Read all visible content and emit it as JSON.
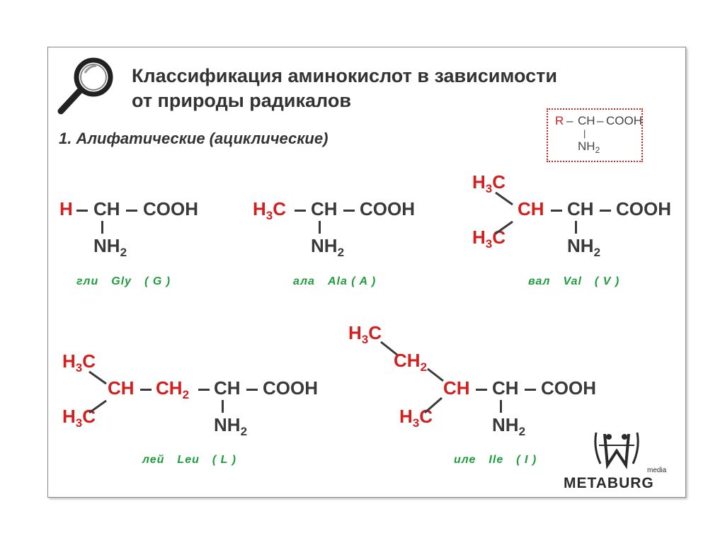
{
  "title_line1": "Классификация аминокислот в зависимости",
  "title_line2": "от природы радикалов",
  "subtitle": "1. Алифатические (ациклические)",
  "general_formula": {
    "r": "R",
    "ch": "CH",
    "cooh": "COOH",
    "nh": "NH",
    "nh_sub": "2"
  },
  "atoms": {
    "h": "H",
    "ch": "CH",
    "cooh": "COOH",
    "nh": "NH",
    "h3c_h": "H",
    "h3c_c": "C",
    "ch2_ch": "CH",
    "sub2": "2",
    "sub3": "3"
  },
  "amino_acids": [
    {
      "ru": "гли",
      "en": "Gly",
      "code": "( G )"
    },
    {
      "ru": "ала",
      "en": "Ala ( A )",
      "code": ""
    },
    {
      "ru": "вал",
      "en": "Val",
      "code": "( V )"
    },
    {
      "ru": "лей",
      "en": "Leu",
      "code": "( L )"
    },
    {
      "ru": "иле",
      "en": "Ile",
      "code": "( I )"
    }
  ],
  "logo": {
    "word": "METABURG",
    "media": "media"
  },
  "colors": {
    "radical": "#d41f1f",
    "backbone": "#3a3a3a",
    "name": "#1f9c3b",
    "frame": "#8a8a8a"
  }
}
